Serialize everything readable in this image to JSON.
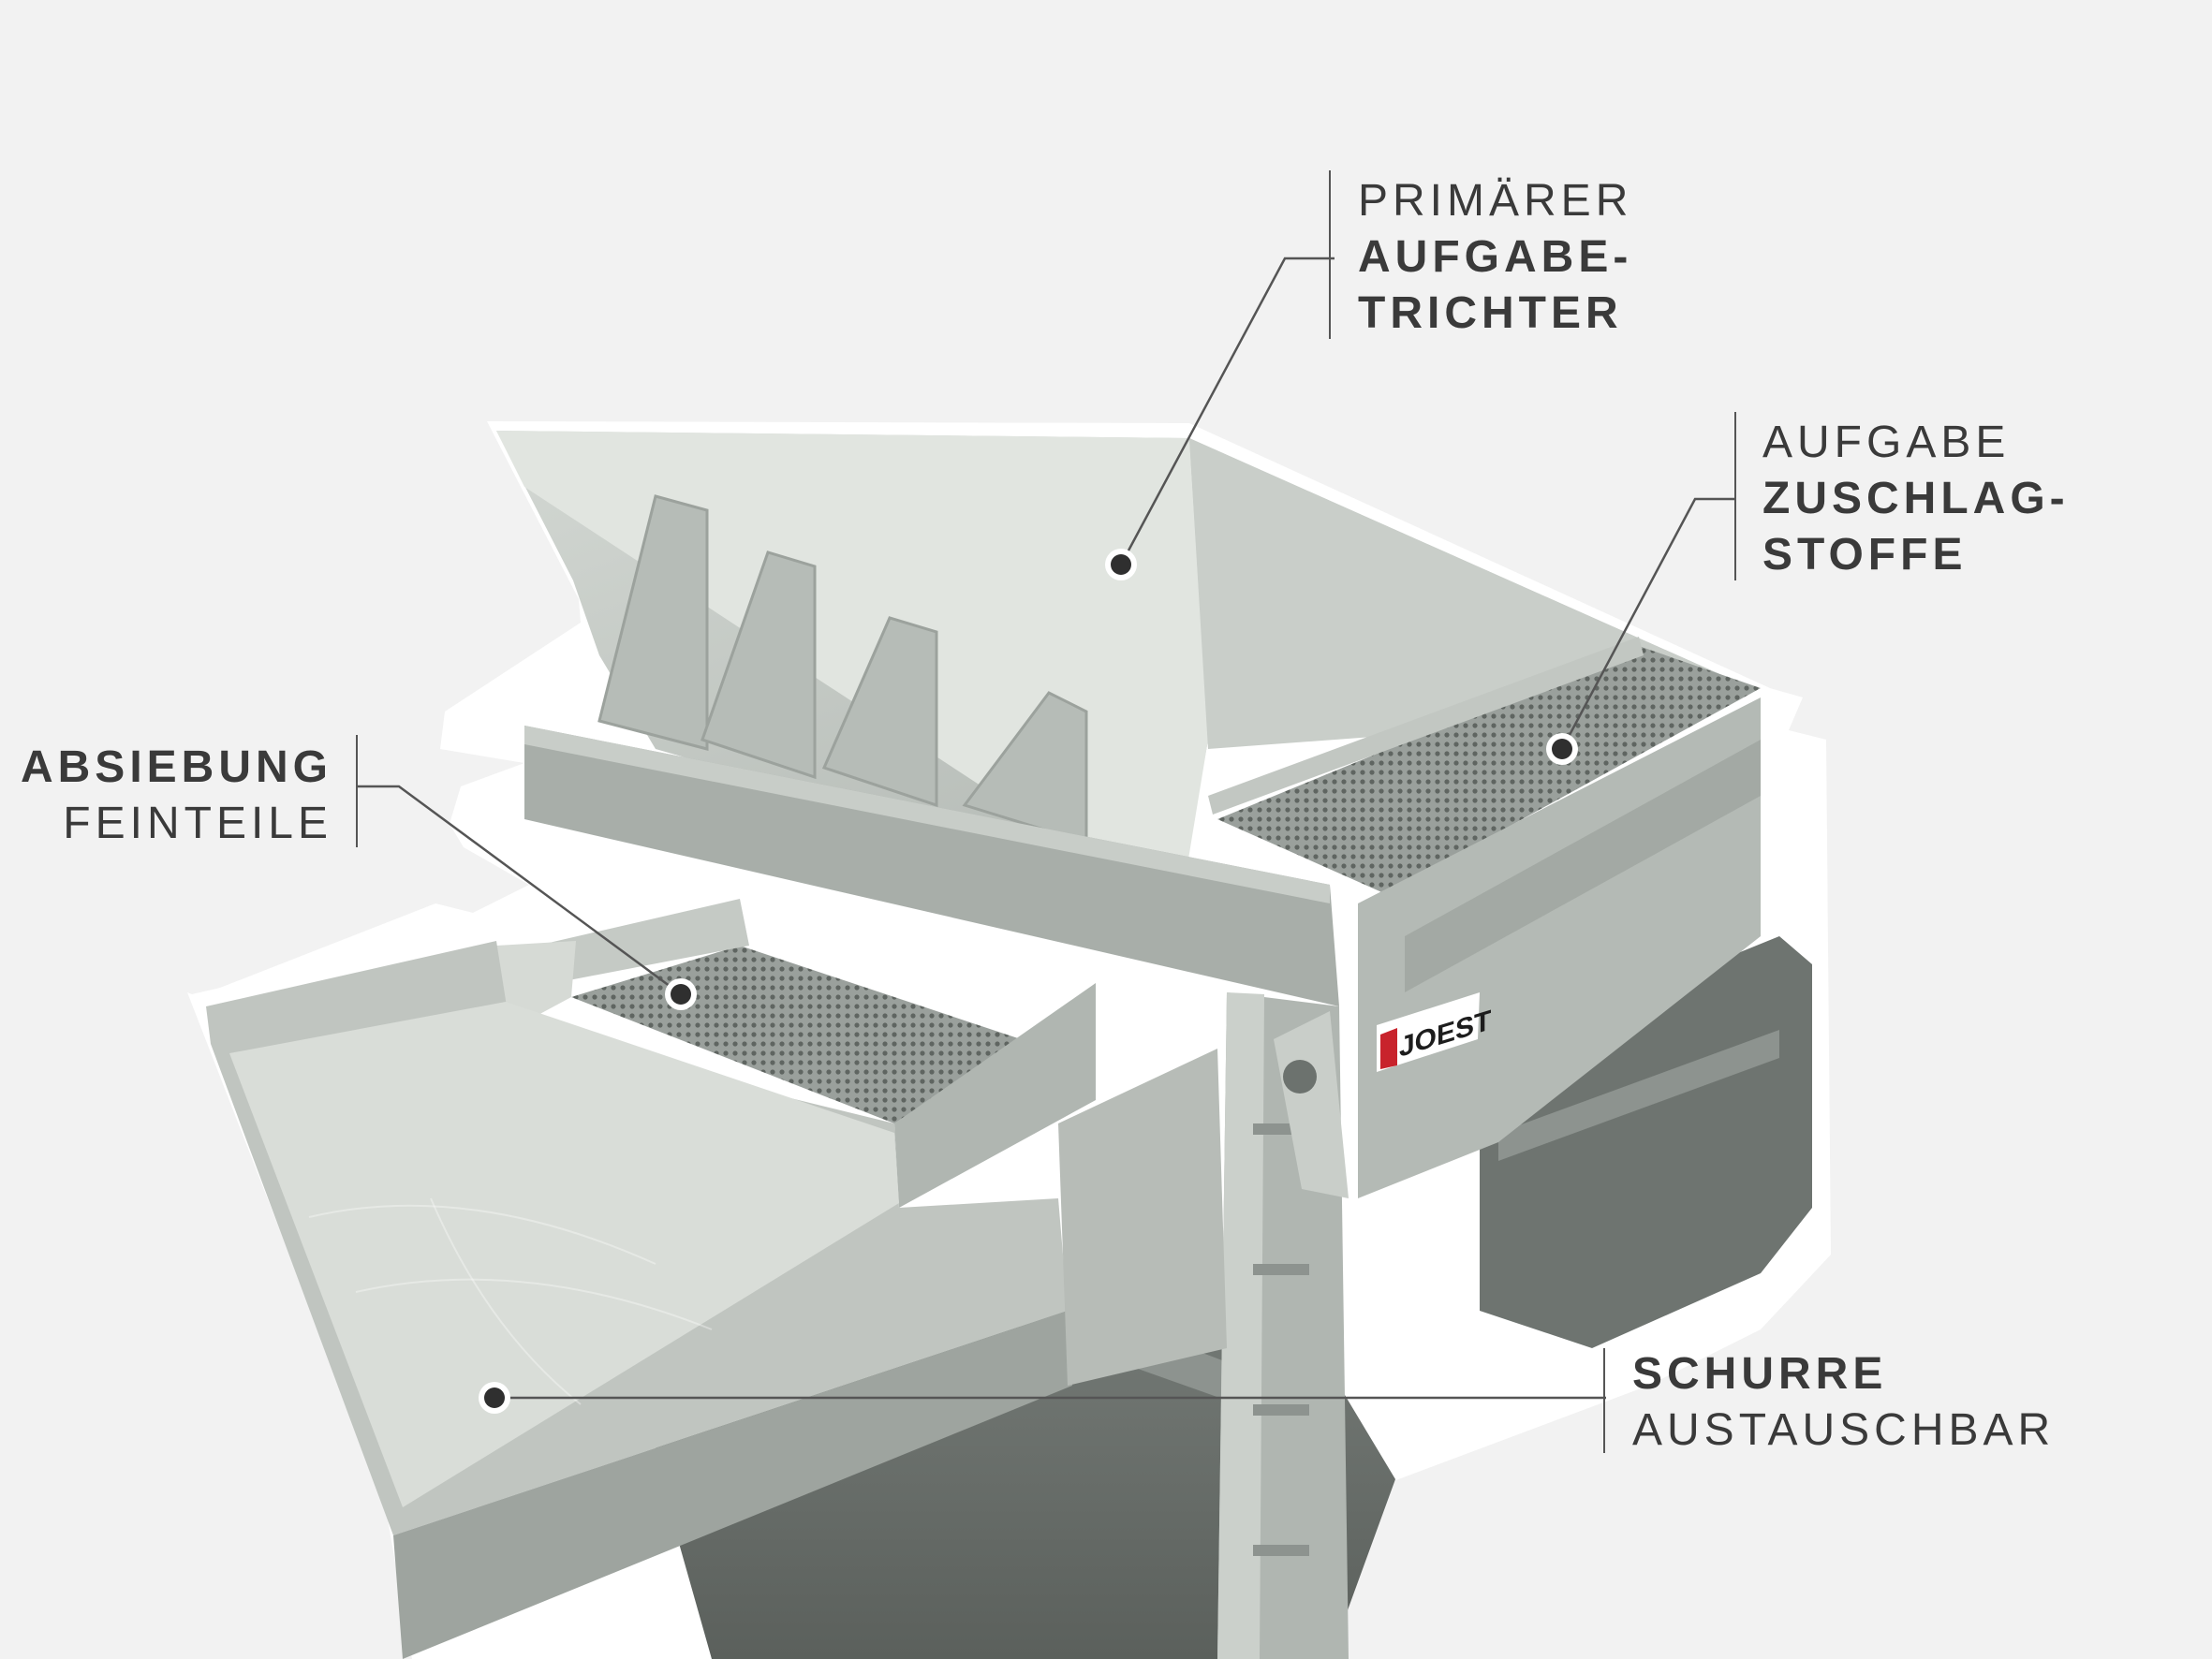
{
  "image": {
    "subject": "machine-photo",
    "logo_text": "JOEST",
    "colors": {
      "background": "#f2f2f2",
      "machine": "#bcc2bd",
      "machine_dark": "#8e948f",
      "text": "#3a3a3a",
      "line": "#555555"
    }
  },
  "labels": {
    "hopper": {
      "line1": "PRIMÄRER",
      "line2": "AUFGABE-",
      "line3": "TRICHTER"
    },
    "aggregate": {
      "line1": "AUFGABE",
      "line2": "ZUSCHLAG-",
      "line3": "STOFFE"
    },
    "fines": {
      "line1": "ABSIEBUNG",
      "line2": "FEINTEILE"
    },
    "chute": {
      "line1": "SCHURRE",
      "line2": "AUSTAUSCHBAR"
    }
  }
}
